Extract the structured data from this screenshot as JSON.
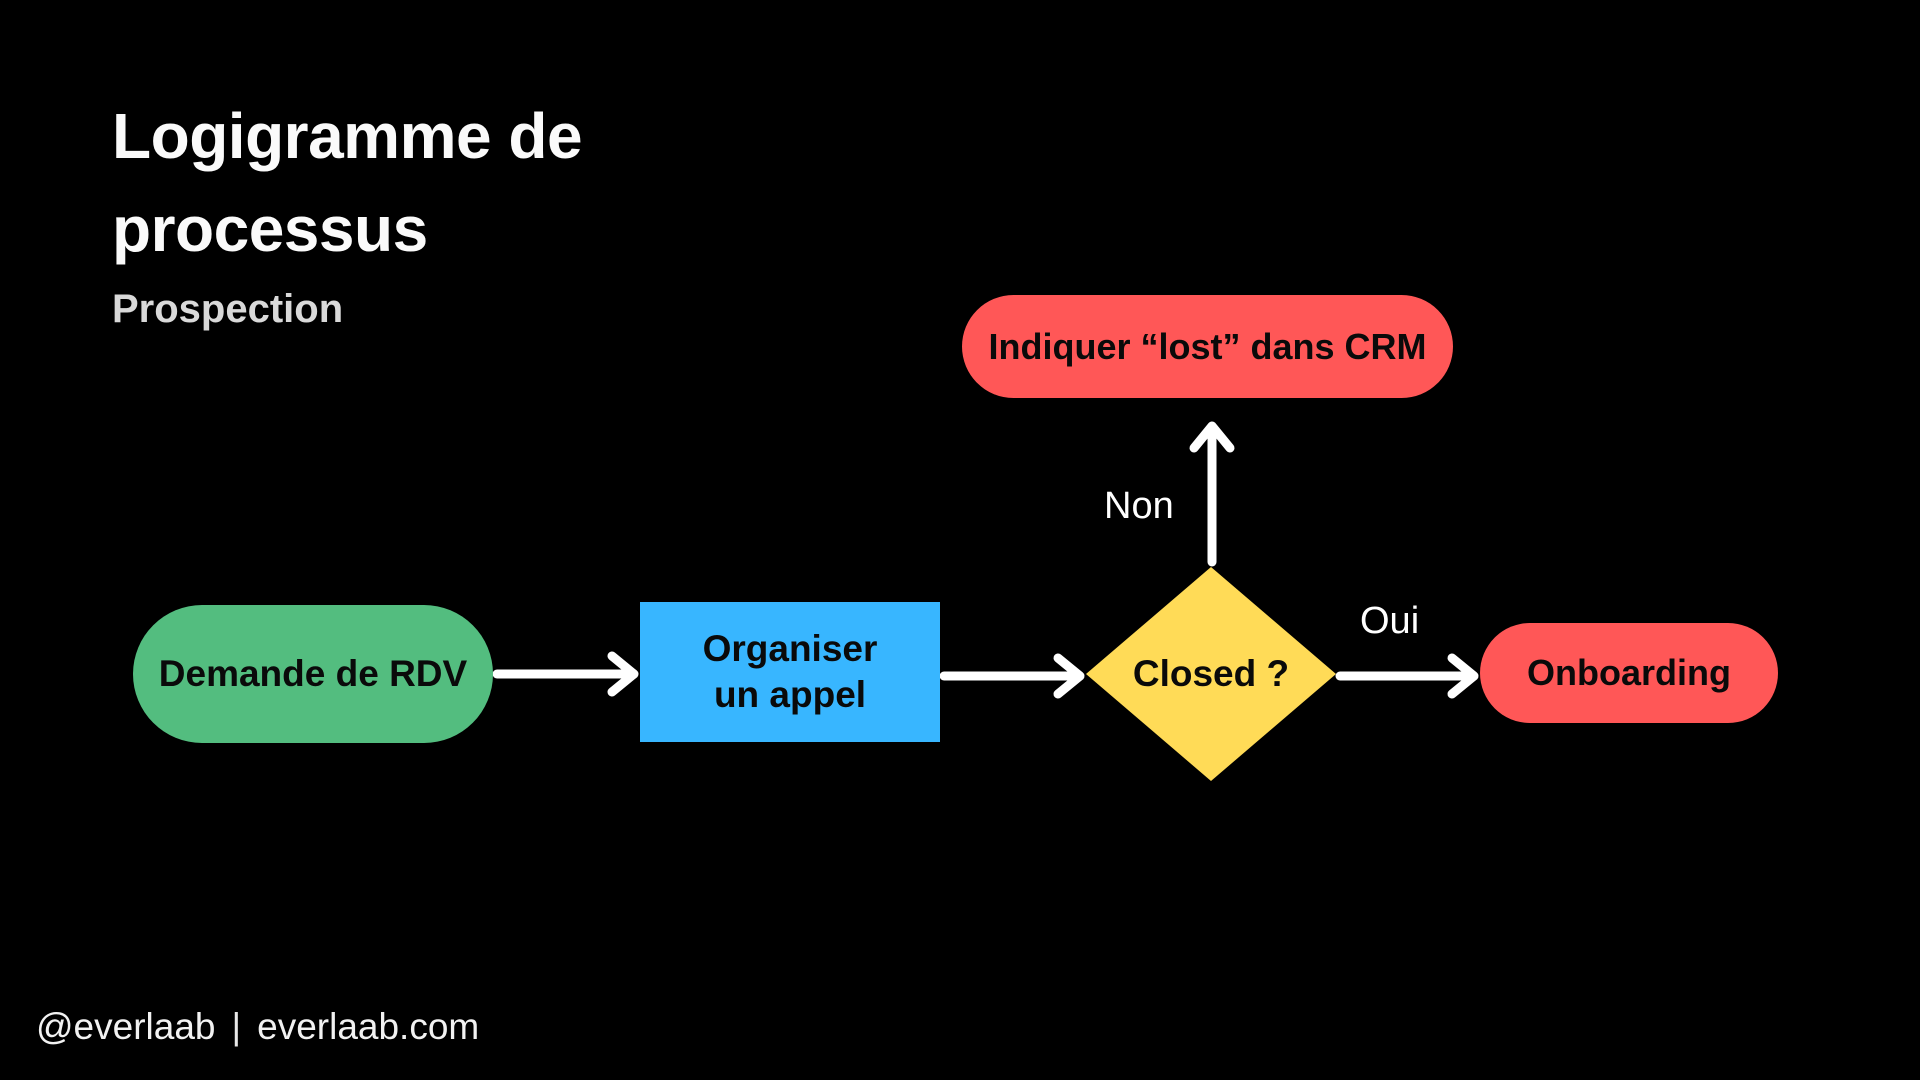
{
  "page": {
    "title": "Logigramme de processus",
    "subtitle": "Prospection",
    "footer": {
      "handle": "@everlaab",
      "separator": "|",
      "site": "everlaab.com"
    }
  },
  "flowchart": {
    "nodes": {
      "start": {
        "label": "Demande de RDV",
        "shape": "rounded-pill",
        "color": "#53bd7f"
      },
      "process": {
        "label_lines": [
          "Organiser",
          "un appel"
        ],
        "shape": "rectangle",
        "color": "#38b6ff"
      },
      "decision": {
        "label": "Closed ?",
        "shape": "diamond",
        "color": "#ffdb57"
      },
      "lost": {
        "label": "Indiquer “lost” dans CRM",
        "shape": "rounded-pill",
        "color": "#ff5757"
      },
      "onboarding": {
        "label": "Onboarding",
        "shape": "rounded-pill",
        "color": "#ff5757"
      }
    },
    "edges": {
      "no_label": "Non",
      "yes_label": "Oui"
    },
    "colors": {
      "background": "#000000",
      "arrow": "#ffffff",
      "node_text": "#0a0a0a",
      "title_text": "#fafafa",
      "subtitle_text": "#d9d9d9",
      "footer_text": "#f2f2f2"
    }
  }
}
